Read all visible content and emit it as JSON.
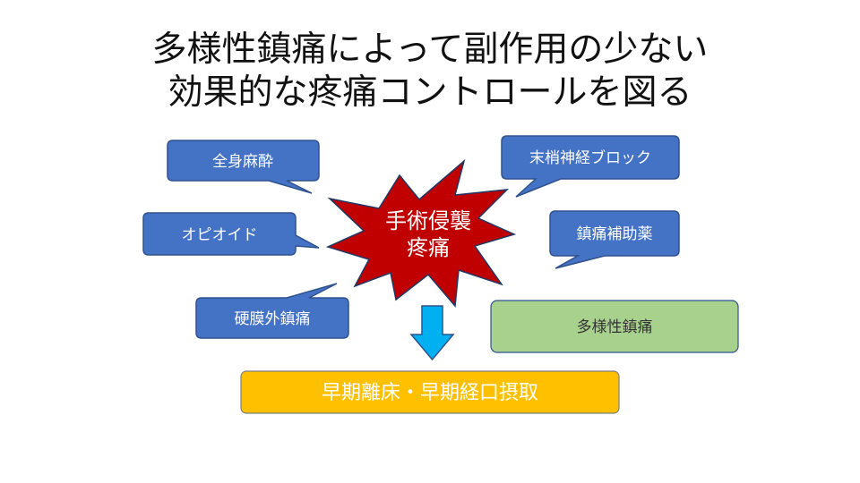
{
  "title": {
    "line1": "多様性鎮痛によって副作用の少ない",
    "line2": "効果的な疼痛コントロールを図る"
  },
  "center": {
    "line1": "手術侵襲",
    "line2": "疼痛"
  },
  "callouts": {
    "general_anesthesia": "全身麻酔",
    "opioid": "オピオイド",
    "epidural": "硬膜外鎮痛",
    "nerve_block": "末梢神経ブロック",
    "adjuvant": "鎮痛補助薬"
  },
  "multimodal": "多様性鎮痛",
  "outcome": "早期離床・早期経口摂取",
  "colors": {
    "callout_fill": "#4472c4",
    "callout_stroke": "#2f528f",
    "star_fill": "#c00000",
    "star_stroke": "#1f3864",
    "green_box": "#a9d18e",
    "arrow": "#00b0f0",
    "outcome_box": "#ffc000"
  },
  "icons": {
    "down_arrow": "down-arrow-icon",
    "burst": "explosion-burst-icon"
  }
}
